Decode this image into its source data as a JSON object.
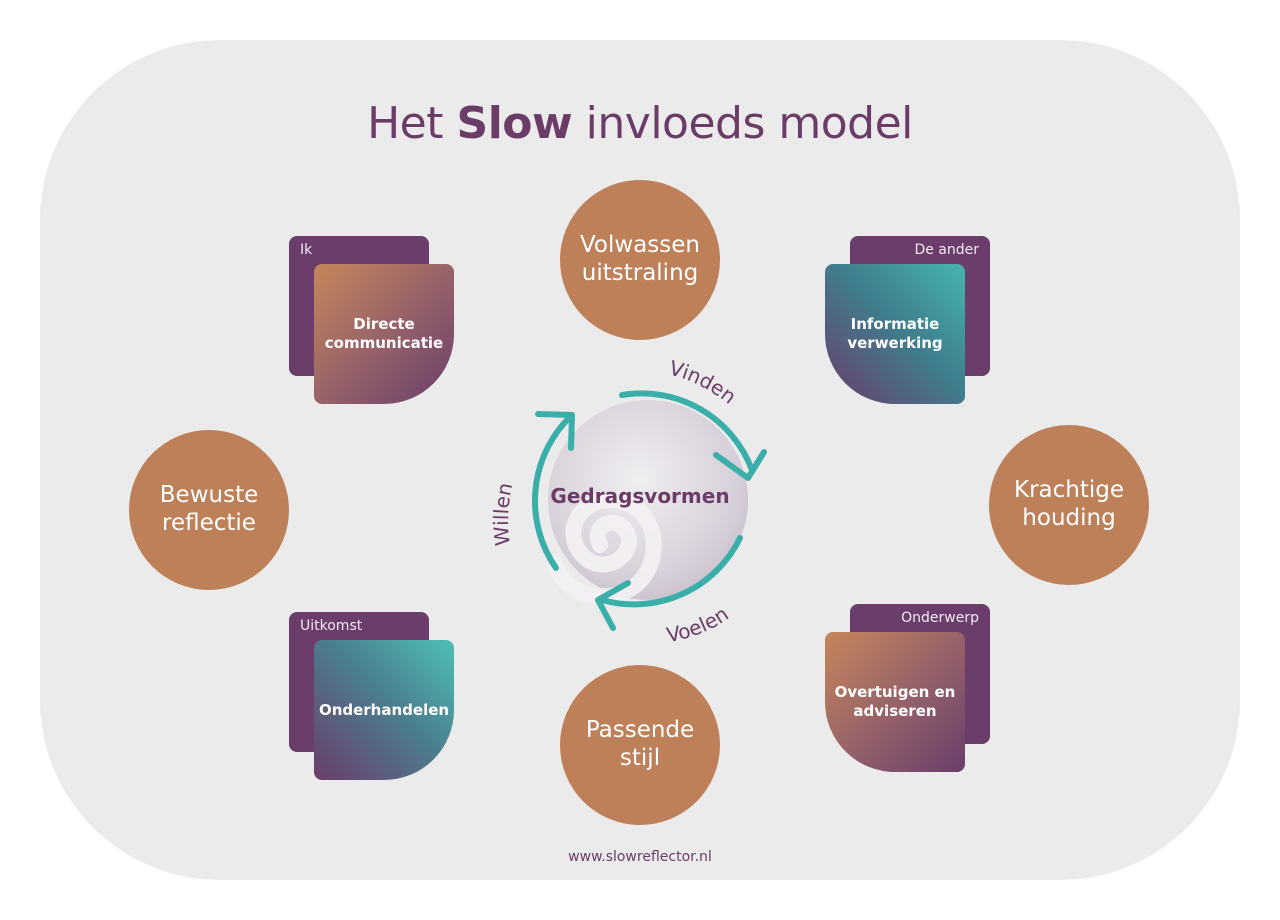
{
  "title": {
    "prefix": "Het",
    "bold": "Slow",
    "suffix": "invloeds model"
  },
  "circles": {
    "top": "Volwassen uitstraling",
    "left": "Bewuste reflectie",
    "right": "Krachtige houding",
    "bottom": "Passende stijl"
  },
  "cards": {
    "top_left": {
      "corner_label": "Ik",
      "label": "Directe communicatie"
    },
    "top_right": {
      "corner_label": "De ander",
      "label": "Informatie verwerking"
    },
    "bottom_left": {
      "corner_label": "Uitkomst",
      "label": "Onderhandelen"
    },
    "bottom_right": {
      "corner_label": "Onderwerp",
      "label": "Overtuigen en adviseren"
    }
  },
  "center": {
    "label": "Gedragsvormen"
  },
  "cycle_labels": {
    "vinden": "Vinden",
    "voelen": "Voelen",
    "willen": "Willen"
  },
  "footer": "www.slowreflector.nl",
  "colors": {
    "purple": "#6b3c68",
    "orange": "#bd8059",
    "teal": "#3aafa9",
    "background": "#ebebeb"
  }
}
